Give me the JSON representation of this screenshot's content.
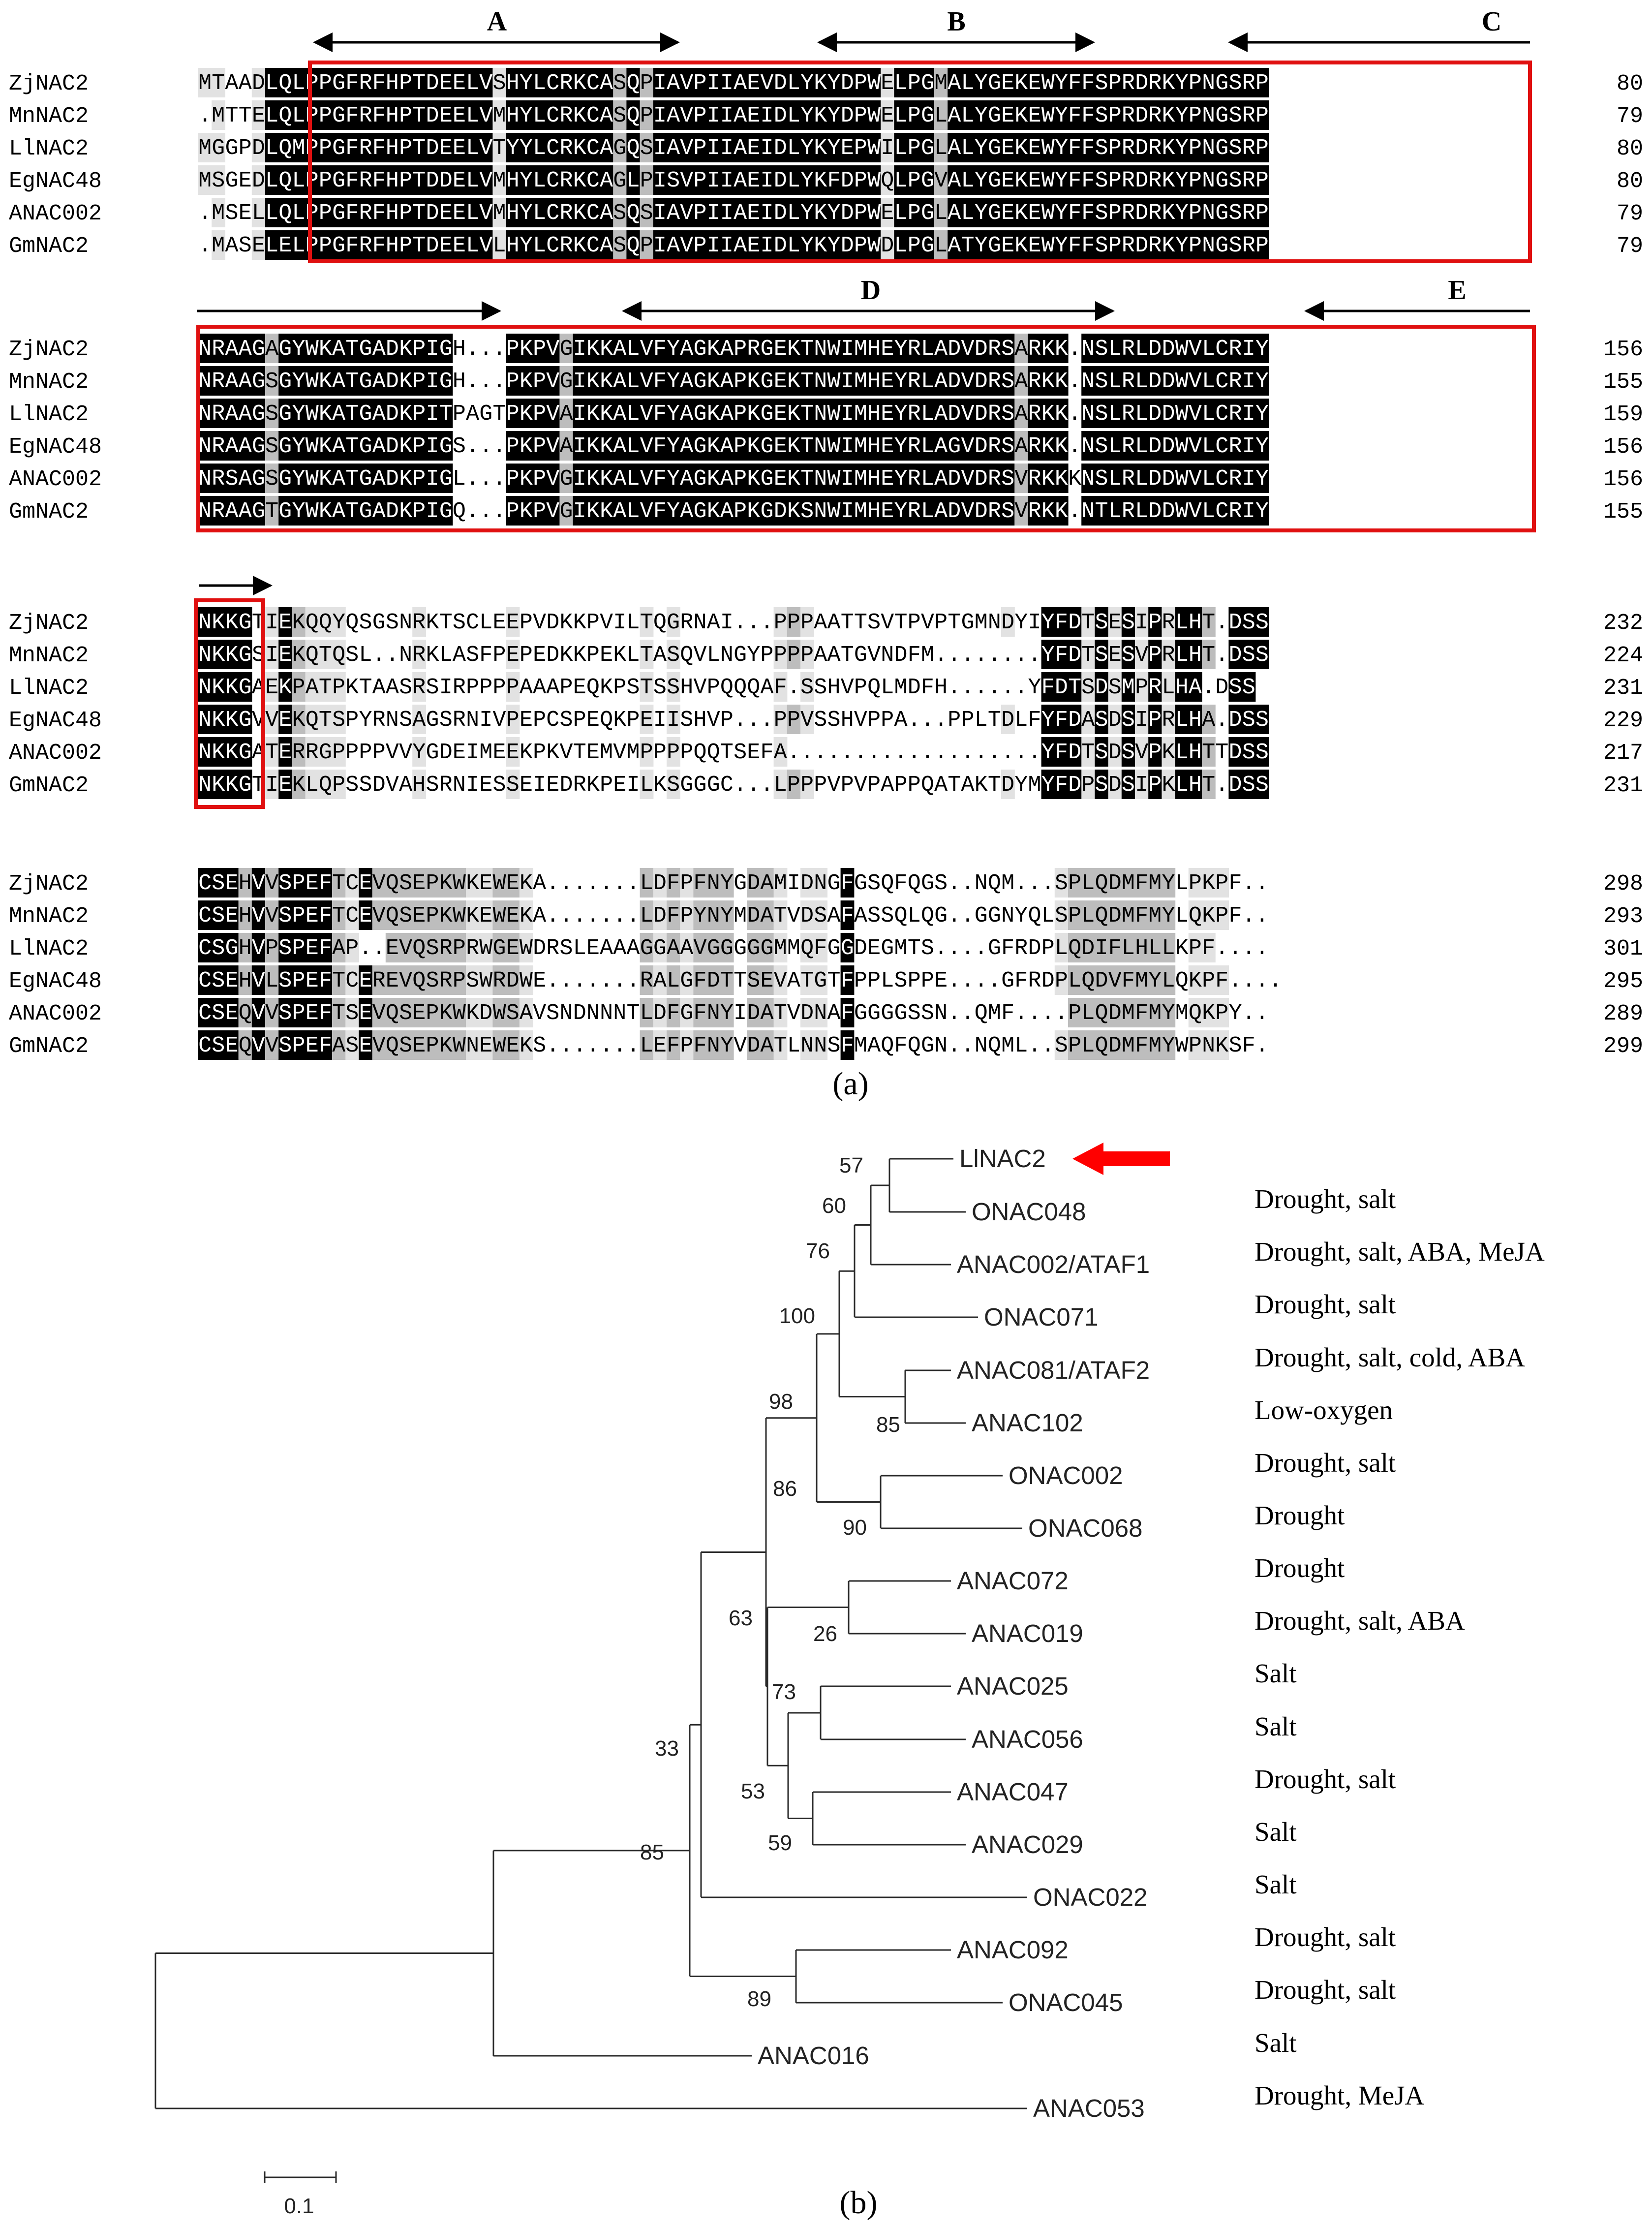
{
  "colors": {
    "conserved_bg": "#000000",
    "similar_bg": "#bdbdbd",
    "weak_bg": "#e2e2e2",
    "domain_box": "#e01010",
    "arrow_marker": "#ff0000"
  },
  "alignment": {
    "regions": [
      {
        "label": "A"
      },
      {
        "label": "B"
      },
      {
        "label": "C"
      },
      {
        "label": "D"
      },
      {
        "label": "E"
      }
    ],
    "blocks": [
      {
        "rows": [
          {
            "name": "ZjNAC2",
            "seq": "MTAADLQLPPGFRFHPTDEELVSHYLCRKCASQPIAVPIIAEVDLYKYDPWELPGMALYGEKEWYFFSPRDRKYPNGSRP",
            "end": "80"
          },
          {
            "name": "MnNAC2",
            "seq": ".MTTELQLPPGFRFHPTDEELVMHYLCRKCASQPIAVPIIAEIDLYKYDPWELPGLALYGEKEWYFFSPRDRKYPNGSRP",
            "end": "79"
          },
          {
            "name": "LlNAC2",
            "seq": "MGGPDLQMPPGFRFHPTDEELVTYYLCRKCAGQSIAVPIIAEIDLYKYEPWILPGLALYGEKEWYFFSPRDRKYPNGSRP",
            "end": "80"
          },
          {
            "name": "EgNAC48",
            "seq": "MSGEDLQLPPGFRFHPTDDELVMHYLCRKCAGLPISVPIIAEIDLYKFDPWQLPGVALYGEKEWYFFSPRDRKYPNGSRP",
            "end": "80"
          },
          {
            "name": "ANAC002",
            "seq": ".MSELLQLPPGFRFHPTDEELVMHYLCRKCASQSIAVPIIAEIDLYKYDPWELPGLALYGEKEWYFFSPRDRKYPNGSRP",
            "end": "79"
          },
          {
            "name": "GmNAC2",
            "seq": ".MASELELPPGFRFHPTDEELVLHYLCRKCASQPIAVPIIAEIDLYKYDPWDLPGLATYGEKEWYFFSPRDRKYPNGSRP",
            "end": "79"
          }
        ]
      },
      {
        "rows": [
          {
            "name": "ZjNAC2",
            "seq": "NRAAGAGYWKATGADKPIGH...PKPVGIKKALVFYAGKAPRGEKTNWIMHEYRLADVDRSARKK.NSLRLDDWVLCRIY",
            "end": "156"
          },
          {
            "name": "MnNAC2",
            "seq": "NRAAGSGYWKATGADKPIGH...PKPVGIKKALVFYAGKAPKGEKTNWIMHEYRLADVDRSARKK.NSLRLDDWVLCRIY",
            "end": "155"
          },
          {
            "name": "LlNAC2",
            "seq": "NRAAGSGYWKATGADKPITPAGTPKPVAIKKALVFYAGKAPKGEKTNWIMHEYRLADVDRSARKK.NSLRLDDWVLCRIY",
            "end": "159"
          },
          {
            "name": "EgNAC48",
            "seq": "NRAAGSGYWKATGADKPIGS...PKPVAIKKALVFYAGKAPKGEKTNWIMHEYRLAGVDRSARKK.NSLRLDDWVLCRIY",
            "end": "156"
          },
          {
            "name": "ANAC002",
            "seq": "NRSAGSGYWKATGADKPIGL...PKPVGIKKALVFYAGKAPKGEKTNWIMHEYRLADVDRSVRKKKNSLRLDDWVLCRIY",
            "end": "156"
          },
          {
            "name": "GmNAC2",
            "seq": "NRAAGTGYWKATGADKPIGQ...PKPVGIKKALVFYAGKAPKGDKSNWIMHEYRLADVDRSVRKK.NTLRLDDWVLCRIY",
            "end": "155"
          }
        ]
      },
      {
        "rows": [
          {
            "name": "ZjNAC2",
            "seq": "NKKGTIEKQQYQSGSNRKTSCLEEPVDKKPVILTQGRNAI...PPPAATTSVTPVPTGMNDYIYFDTSESIPRLHT.DSS",
            "end": "232"
          },
          {
            "name": "MnNAC2",
            "seq": "NKKGSIEKQTQSL..NRKLASFPEPEDKKPEKLTASQVLNGYPPPPAATGVNDFM........YFDTSESVPRLHT.DSS",
            "end": "224"
          },
          {
            "name": "LlNAC2",
            "seq": "NKKGAEKPATPKTAASRSIRPPPPAAAPEQKPSTSSHVPQQQAF.SSHVPQLMDFH......YFDTSDSMPRLHA.DSS",
            "end": "231"
          },
          {
            "name": "EgNAC48",
            "seq": "NKKGVVEKQTSPYRNSAGSRNIVPEPCSPEQKPEIISHVP...PPVSSHVPPA...PPLTDLFYFDASDSIPRLHA.DSS",
            "end": "229"
          },
          {
            "name": "ANAC002",
            "seq": "NKKGATERRGPPPPVVYGDEIMEEKPKVTEMVMPPPPQQTSEFA...................YFDTSDSVPKLHTTDSS",
            "end": "217"
          },
          {
            "name": "GmNAC2",
            "seq": "NKKGTIEKLQPSSDVAHSRNIESSEIEDRKPEILKSGGGC...LPPPVPVPAPPQATAKTDYMYFDPSDSIPKLHT.DSS",
            "end": "231"
          }
        ]
      },
      {
        "rows": [
          {
            "name": "ZjNAC2",
            "seq": "CSEHVVSPEFTCEVQSEPKWKEWEKA.......LDFPFNYGDAMIDNGFGSQFQGS..NQM...SPLQDMFMYLPKPF..",
            "end": "298"
          },
          {
            "name": "MnNAC2",
            "seq": "CSEHVVSPEFTCEVQSEPKWKEWEKA.......LDFPYNYMDATVDSAFASSQLQG..GGNYQLSPLQDMFMYLQKPF..",
            "end": "293"
          },
          {
            "name": "LlNAC2",
            "seq": "CSGHVPSPEFAP..EVQSRPRWGEWDRSLEAAAGGAAVGGGGGMMQFGGDEGMTS....GFRDPLQDIFLHLLKPF....",
            "end": "301"
          },
          {
            "name": "EgNAC48",
            "seq": "CSEHVLSPEFTCEREVQSRPSWRDWE.......RALGFDTTSEVATGTFPPLSPPE....GFRDPLQDVFMYLQKPF....",
            "end": "295"
          },
          {
            "name": "ANAC002",
            "seq": "CSEQVVSPEFTSEVQSEPKWKDWSAVSNDNNNTLDFGFNYIDATVDNAFGGGGSSN..QMF....PLQDMFMYMQKPY..",
            "end": "289"
          },
          {
            "name": "GmNAC2",
            "seq": "CSEQVVSPEFASEVQSEPKWNEWEKS.......LEFPFNYVDATLNNSFMAQFQGN..NQML..SPLQDMFMYWPNKSF.",
            "end": "299"
          }
        ]
      }
    ]
  },
  "panel_labels": {
    "a": "(a)",
    "b": "(b)"
  },
  "tree": {
    "leaves": [
      {
        "name": "LlNAC2",
        "note": ""
      },
      {
        "name": "ONAC048",
        "note": "Drought, salt"
      },
      {
        "name": "ANAC002/ATAF1",
        "note": "Drought, salt, ABA, MeJA"
      },
      {
        "name": "ONAC071",
        "note": "Drought, salt"
      },
      {
        "name": "ANAC081/ATAF2",
        "note": "Drought, salt, cold, ABA"
      },
      {
        "name": "ANAC102",
        "note": "Low-oxygen"
      },
      {
        "name": "ONAC002",
        "note": "Drought, salt"
      },
      {
        "name": "ONAC068",
        "note": "Drought"
      },
      {
        "name": "ANAC072",
        "note": "Drought"
      },
      {
        "name": "ANAC019",
        "note": "Drought, salt, ABA"
      },
      {
        "name": "ANAC025",
        "note": "Salt"
      },
      {
        "name": "ANAC056",
        "note": "Salt"
      },
      {
        "name": "ANAC047",
        "note": "Drought, salt"
      },
      {
        "name": "ANAC029",
        "note": "Salt"
      },
      {
        "name": "ONAC022",
        "note": "Salt"
      },
      {
        "name": "ANAC092",
        "note": "Drought, salt"
      },
      {
        "name": "ONAC045",
        "note": "Drought, salt"
      },
      {
        "name": "ANAC016",
        "note": "Salt"
      },
      {
        "name": "ANAC053",
        "note": "Drought, MeJA"
      }
    ],
    "bootstrap": [
      "57",
      "60",
      "76",
      "85",
      "100",
      "90",
      "98",
      "26",
      "86",
      "63",
      "73",
      "59",
      "53",
      "33",
      "89",
      "85"
    ],
    "scale_label": "0.1"
  }
}
